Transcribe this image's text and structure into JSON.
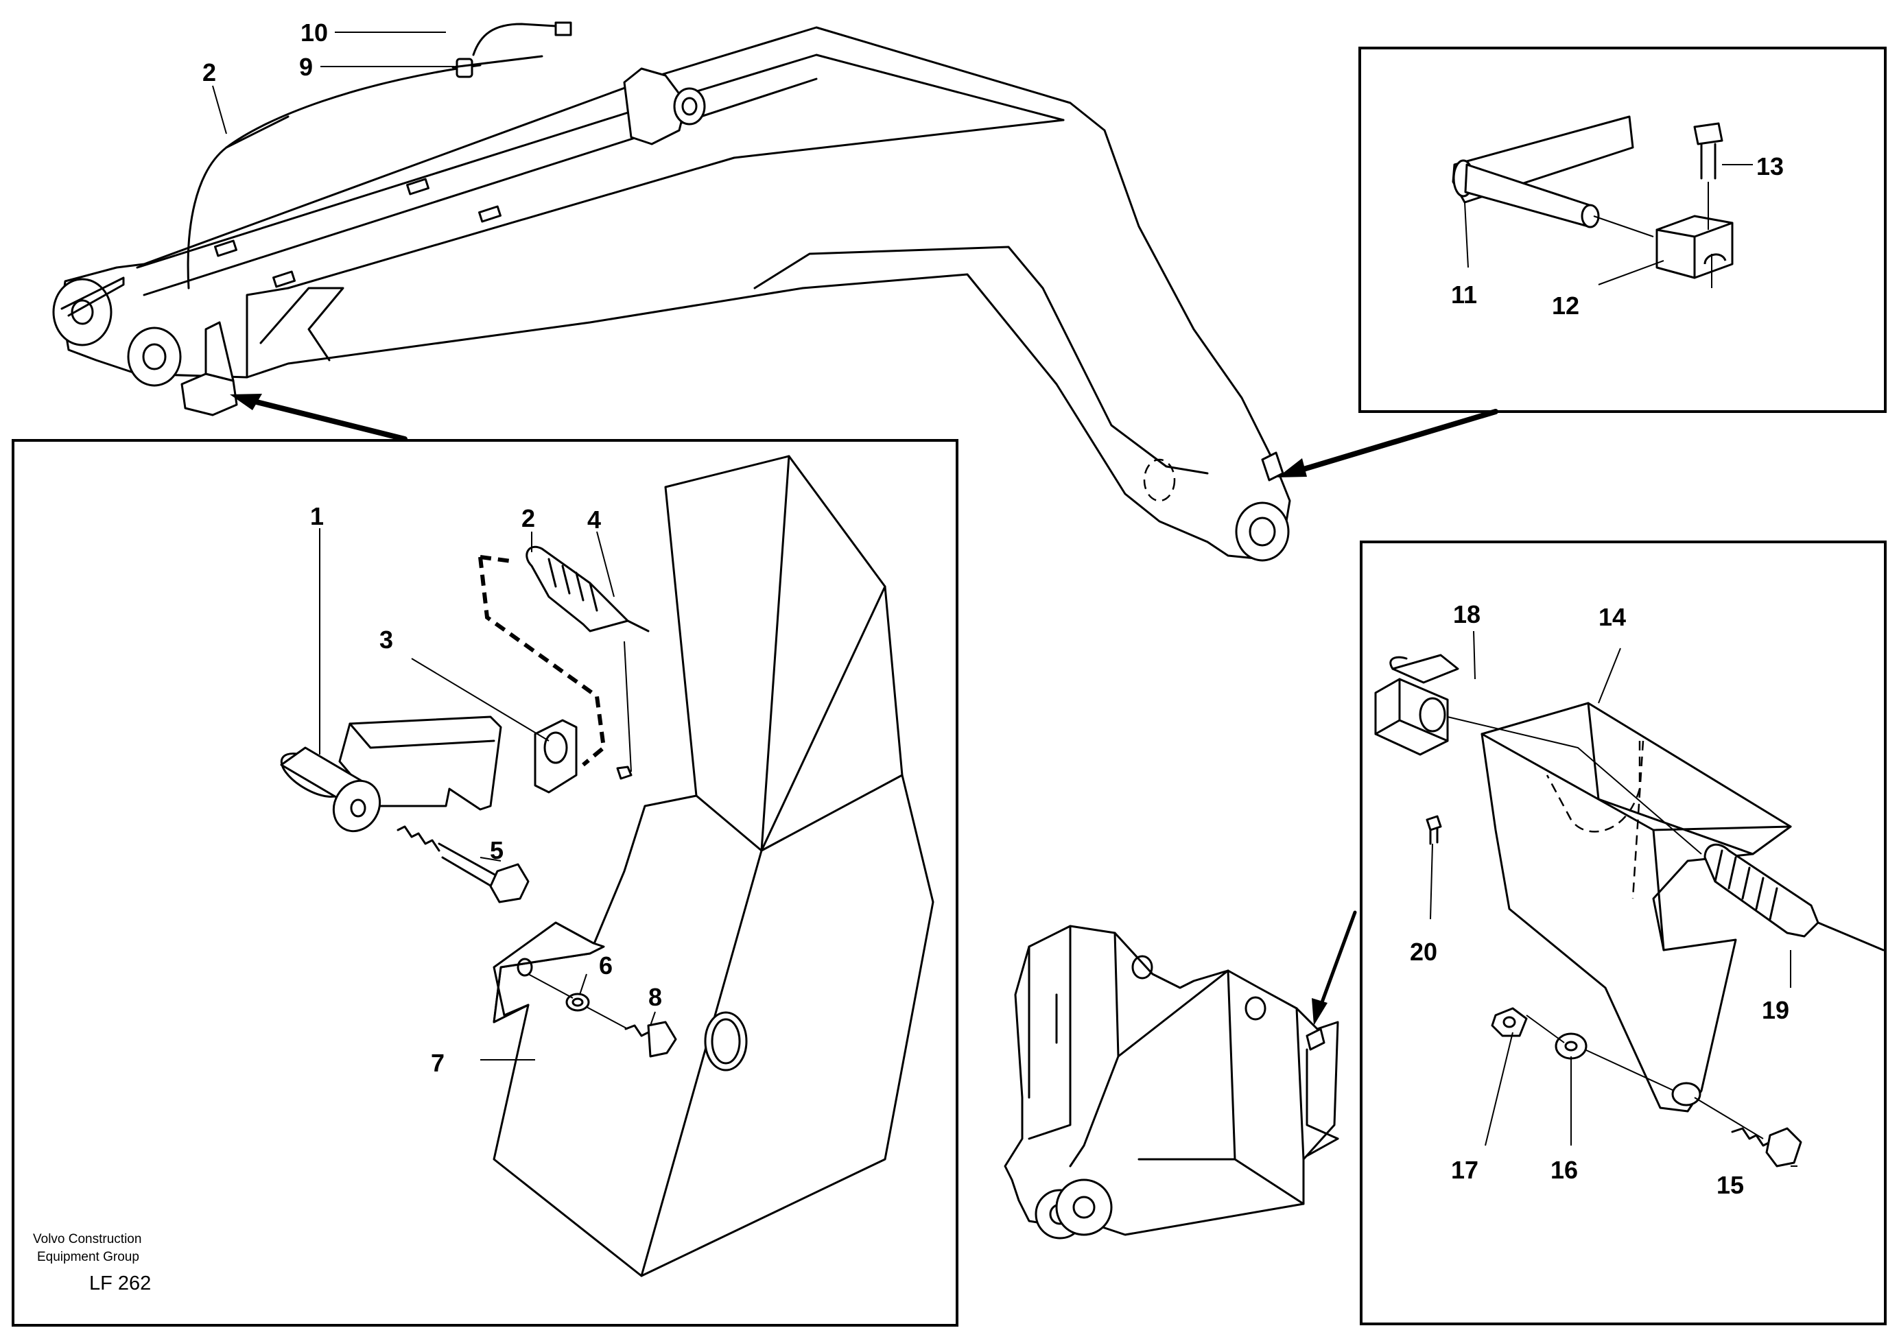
{
  "diagram": {
    "labels": {
      "p1": "1",
      "p2_detail": "2",
      "p2_main": "2",
      "p3": "3",
      "p4": "4",
      "p5": "5",
      "p6": "6",
      "p7": "7",
      "p8": "8",
      "p9": "9",
      "p10": "10",
      "p11": "11",
      "p12": "12",
      "p13": "13",
      "p14": "14",
      "p15": "15",
      "p16": "16",
      "p17": "17",
      "p18": "18",
      "p19": "19",
      "p20": "20"
    },
    "footer": {
      "company_line1": "Volvo Construction",
      "company_line2": "Equipment Group",
      "code": "LF 262"
    }
  }
}
